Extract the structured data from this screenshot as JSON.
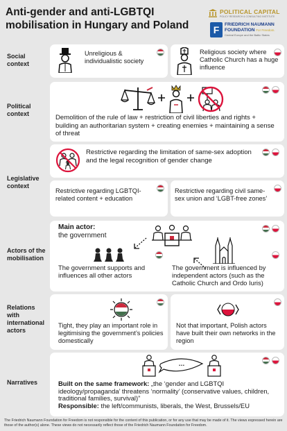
{
  "title": "Anti-gender and anti-LGBTQI mobilisation in Hungary and Poland",
  "logos": {
    "pc_name": "POLITICAL CAPITAL",
    "pc_sub": "POLICY RESEARCH & CONSULTING INSTITUTE",
    "fnf_line1": "FRIEDRICH NAUMANN",
    "fnf_line2": "FOUNDATION",
    "fnf_line2_tag": "For Freedom.",
    "fnf_line3": "Central Europe and the Baltic States"
  },
  "rows": {
    "social": {
      "label": "Social context",
      "hungary_text": "Unreligious & individualistic society",
      "poland_text": "Religious society where Catholic Church has a huge influence"
    },
    "political": {
      "label": "Political context",
      "text": "Demolition of the rule of law + restriction of civil liberties and rights + building an authoritarian system + creating enemies + maintaining a sense of threat"
    },
    "legislative": {
      "label": "Legislative context",
      "shared_text": "Restrictive regarding the limitation of same-sex adoption and the legal recognition of gender change",
      "hungary_text": "Restrictive regarding LGBTQI-related content + education",
      "poland_text": "Restrictive regarding civil same-sex union and ‘LGBT-free zones’"
    },
    "actors": {
      "label": "Actors of the mobilisation",
      "main_actor_bold": "Main actor:",
      "main_actor_text": "the government",
      "hungary_text": "The government supports and influences all other actors",
      "poland_text": "The government is influenced by independent actors (such as the Catholic Church and Ordo Iuris)"
    },
    "relations": {
      "label": "Relations with international actors",
      "hungary_text": "Tight, they play an important role in legitimising the government’s policies domestically",
      "poland_text": "Not that important, Polish actors have built their own networks in the region"
    },
    "narratives": {
      "label": "Narratives",
      "framework_bold": "Built on the same framework:",
      "framework_text": " „the ‘gender and LGBTQI ideology/propaganda’ threatens ‘normality’ (conservative values, children, traditional families, survival)”",
      "responsible_bold": "Responsible:",
      "responsible_text": " the left/communists, liberals, the West, Brussels/EU"
    }
  },
  "disclaimer": "The Friedrich Naumann Foundation for Freedom is not responsible for the content of this publication, or for any use that may be made of it. The views expressed herein are those of the author(s) alone. These views do not necessarily reflect those of the Friedrich Naumann Foundation for Freedom.",
  "colors": {
    "background": "#e7e7e7",
    "panel": "#ffffff",
    "hungary_red": "#cd2a3e",
    "hungary_green": "#436f4d",
    "poland_red": "#dc143c",
    "fnf_blue": "#1c5aa8",
    "pc_gold": "#b8962e"
  }
}
